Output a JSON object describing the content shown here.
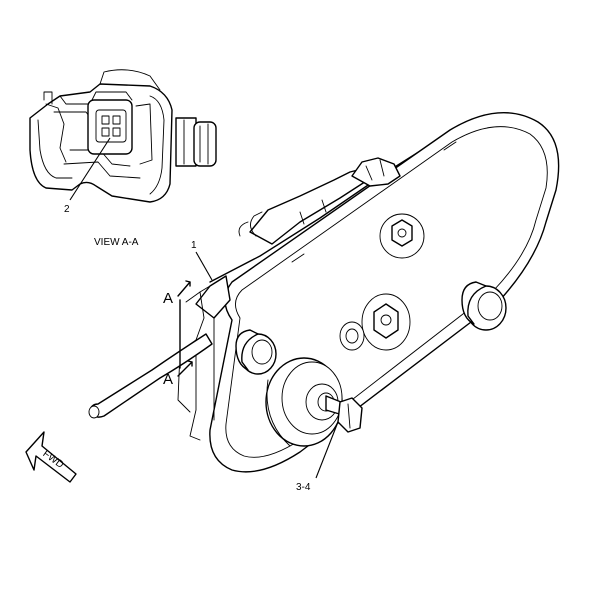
{
  "view_title": "VIEW A-A",
  "callouts": {
    "part_1": "1",
    "part_2": "2",
    "part_3_4": "3-4"
  },
  "section_markers": {
    "top": "A",
    "bottom": "A"
  },
  "direction_arrow": {
    "label": "FWD",
    "icon": "fwd-arrow-icon"
  }
}
